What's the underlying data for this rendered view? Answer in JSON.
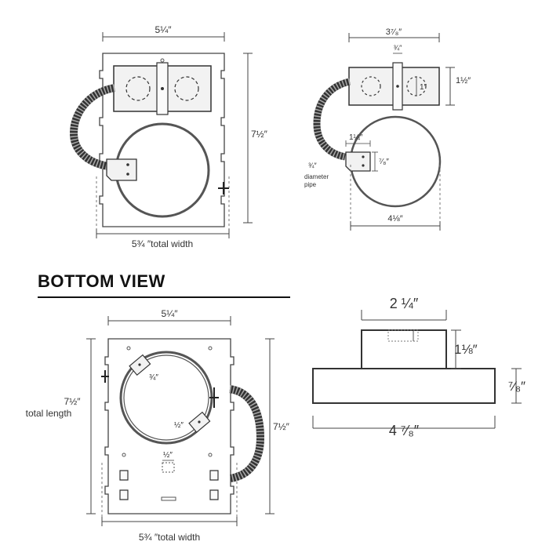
{
  "section_heading": "BOTTOM VIEW",
  "views": {
    "top_left": {
      "width_top": "5¼″",
      "height_right": "7½″",
      "total_width": "5¾ ″total width"
    },
    "top_right": {
      "overall_width": "3⁷⁄₈″",
      "slot_width": "¾″",
      "box_height": "1½″",
      "knockout": "1″",
      "bracket_width": "1¼″",
      "bracket_height": "⁷⁄₈″",
      "pipe_size": "¾″",
      "pipe_note_line1": "diameter",
      "pipe_note_line2": "pipe",
      "ring_width": "4⅛″"
    },
    "bottom_left": {
      "width_top": "5¼″",
      "total_length_value": "7½″",
      "total_length_text": "total length",
      "height_right": "7½″",
      "tab_upper": "¾″",
      "tab_lower": "½″",
      "slot_label": "½″",
      "total_width": "5¾ ″total width"
    },
    "bottom_right": {
      "top_width": "2 ¼″",
      "upper_height": "1⅛″",
      "lower_height": "⁷⁄₈″",
      "base_width": "4 ⁷⁄₈″"
    }
  }
}
